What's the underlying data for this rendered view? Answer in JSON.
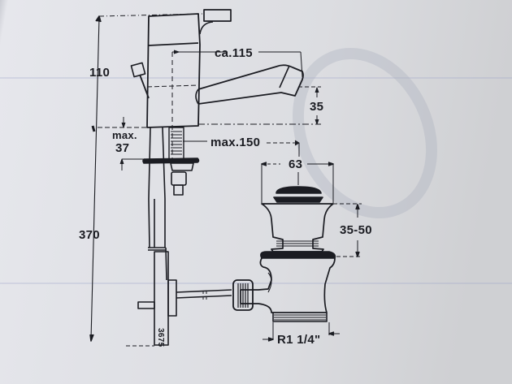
{
  "diagram": {
    "subject": "Single-lever basin mixer tap with pop-up waste",
    "dimensions": {
      "tap_height": "110",
      "spout_reach": "ca.115",
      "spout_height": "35",
      "max_deck_thickness_label": "max.",
      "max_deck_thickness_value": "37",
      "max_tail_length": "max.150",
      "waste_diameter": "63",
      "waste_adjust_range": "35-50",
      "total_height": "370",
      "thread_size": "R1 1/4\"",
      "part_number": "3675"
    },
    "colors": {
      "ink": "#1b1c22",
      "paper": "#e2e3e8",
      "watermark": "#aab0c0"
    }
  }
}
